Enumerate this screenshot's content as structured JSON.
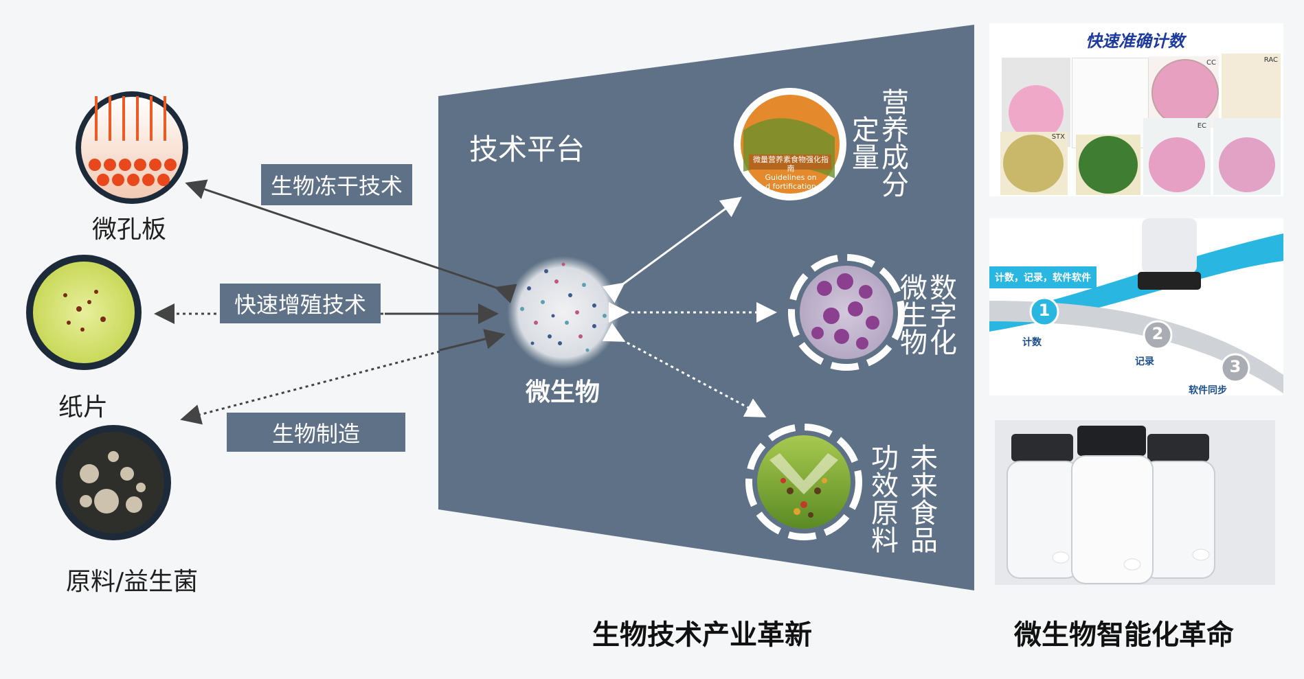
{
  "left": {
    "items": [
      {
        "label": "微孔板"
      },
      {
        "label": "纸片"
      },
      {
        "label": "原料/益生菌"
      }
    ],
    "tags": [
      {
        "label": "生物冻干技术"
      },
      {
        "label": "快速增殖技术"
      },
      {
        "label": "生物制造"
      }
    ]
  },
  "platform": {
    "title": "技术平台",
    "center_label": "微生物",
    "nodes": [
      {
        "text": "营养成分定量",
        "cols": [
          "营养成分",
          "定量"
        ],
        "inner_text": [
          "微量营养素食物强化指南",
          "Guidelines on",
          "d fortification"
        ]
      },
      {
        "text": "数字化微生物",
        "cols": [
          "数字化",
          "微生物"
        ]
      },
      {
        "text": "未来食品功效原料",
        "cols": [
          "未来食品",
          "功效原料"
        ]
      }
    ]
  },
  "right": {
    "panel1": {
      "title": "快速准确计数",
      "tags": [
        "CC",
        "RAC",
        "STX",
        "EC"
      ]
    },
    "panel2": {
      "banner": "计数，记录，软件软件",
      "steps": [
        {
          "num": "1",
          "label": "计数"
        },
        {
          "num": "2",
          "label": "记录"
        },
        {
          "num": "3",
          "label": "软件同步"
        }
      ]
    }
  },
  "captions": {
    "middle": "生物技术产业革新",
    "right": "微生物智能化革命"
  },
  "colors": {
    "platform_bg": "#5e7186",
    "tag_bg": "#5e7186",
    "banner_cyan": "#29b6e0",
    "dish_ring": "#1c2a3a"
  },
  "icons": [
    "microplate-icon",
    "paper-disc-icon",
    "petri-dish-icon",
    "microbe-dish-icon",
    "nutrition-book-icon",
    "digital-microbe-icon",
    "future-food-icon",
    "counter-device-icon",
    "vial-icon"
  ]
}
